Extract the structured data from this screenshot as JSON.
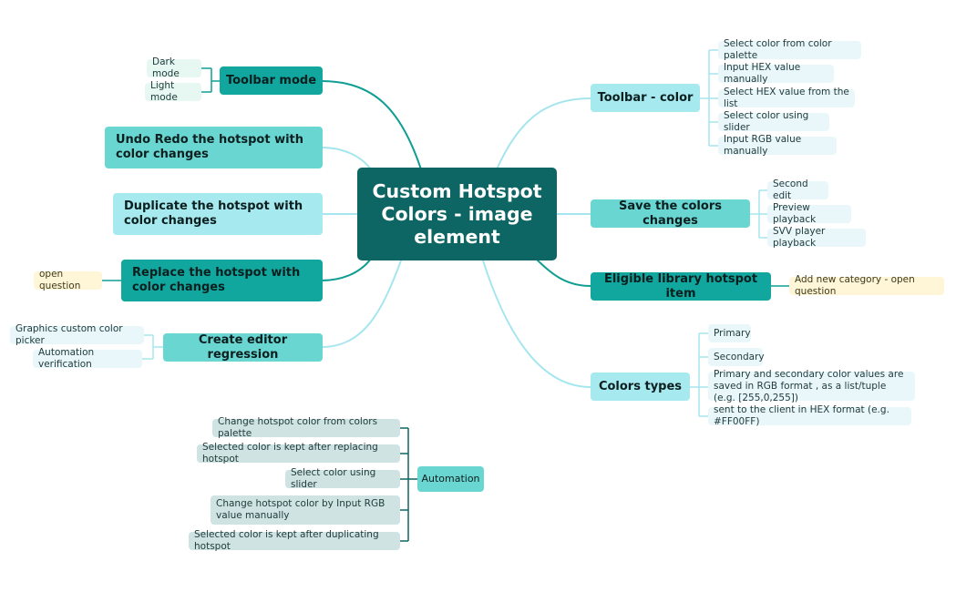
{
  "central_topic": "Custom Hotspot Colors - image element",
  "colors": {
    "central_bg": "#0d6663",
    "branch_dark": "#11a79e",
    "branch_mid": "#6ad6d2",
    "branch_light": "#a6e9ef",
    "leaf_green": "#e6f8f1",
    "leaf_yellow": "#fff6d8",
    "leaf_gray": "#cfe3e3",
    "line_dark": "#0f9d94",
    "line_light": "#a5e6ee"
  },
  "left_branches": {
    "toolbar_mode": {
      "label": "Toolbar mode",
      "items": [
        "Dark mode",
        "Light mode"
      ]
    },
    "undo_redo": {
      "label": "Undo Redo the hotspot with color changes"
    },
    "duplicate": {
      "label": "Duplicate the hotspot with color changes"
    },
    "replace": {
      "label": "Replace the hotspot with color changes",
      "note": "open question"
    },
    "regression": {
      "label": "Create editor regression",
      "items": [
        "Graphics custom color picker",
        "Automation verification"
      ]
    }
  },
  "right_branches": {
    "toolbar_color": {
      "label": "Toolbar - color",
      "items": [
        "Select color from color palette",
        "Input HEX value manually",
        "Select HEX value from the list",
        "Select color using slider",
        "Input RGB value manually"
      ]
    },
    "save_colors": {
      "label": "Save the colors changes",
      "items": [
        "Second edit",
        "Preview playback",
        "SVV player playback"
      ]
    },
    "eligible": {
      "label": "Eligible library hotspot item",
      "note": "Add new category - open question"
    },
    "colors_types": {
      "label": "Colors types",
      "items": [
        "Primary",
        "Secondary",
        "Primary and secondary color values are saved in RGB format , as a list/tuple (e.g. [255,0,255])",
        "sent to the client in HEX format (e.g. #FF00FF)"
      ]
    }
  },
  "automation": {
    "label": "Automation",
    "items": [
      "Change hotspot color from colors palette",
      "Selected color is kept after replacing hotspot",
      "Select color using slider",
      "Change hotspot color by Input RGB value manually",
      "Selected color is kept after duplicating hotspot"
    ]
  }
}
